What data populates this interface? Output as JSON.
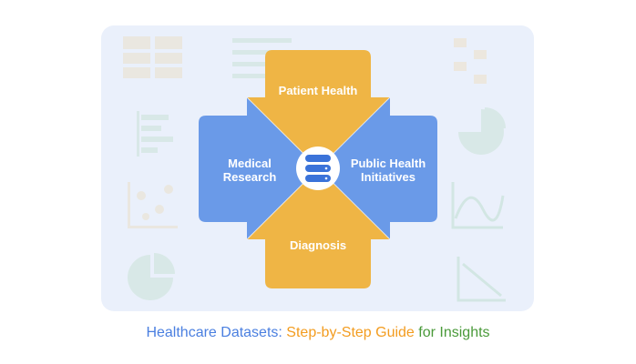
{
  "diagram": {
    "center_icon": "database-icon",
    "top": {
      "label": "Patient Health"
    },
    "left": {
      "line1": "Medical",
      "line2": "Research"
    },
    "right": {
      "line1": "Public Health",
      "line2": "Initiatives"
    },
    "bottom": {
      "label": "Diagnosis"
    }
  },
  "caption": {
    "part1": "Healthcare Datasets:",
    "part2": "Step-by-Step Guide",
    "part3": "for Insights"
  },
  "colors": {
    "blue": "#6a9ae8",
    "orange": "#efb545",
    "green": "#4a9a3a",
    "caption_blue": "#4a7fe0",
    "caption_orange": "#f39c1f"
  }
}
